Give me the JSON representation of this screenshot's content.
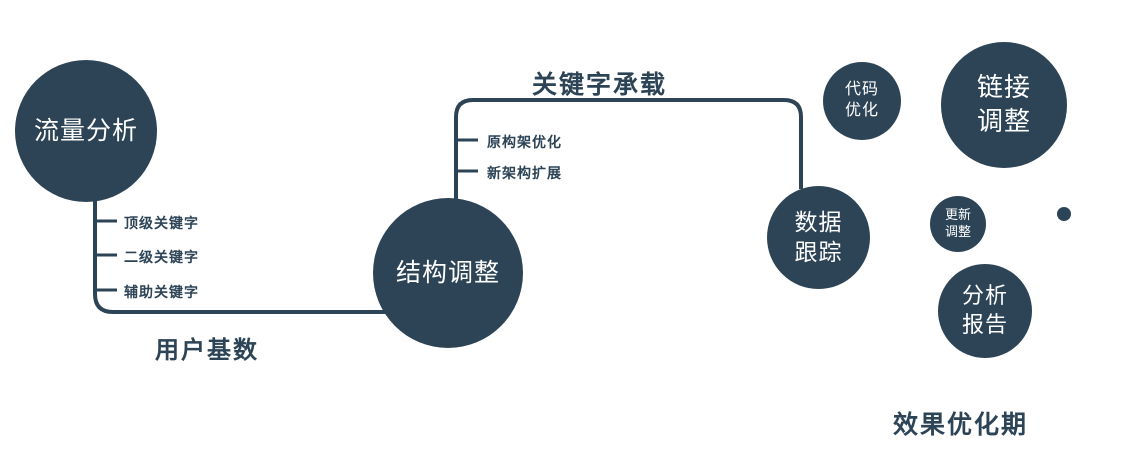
{
  "diagram": {
    "colors": {
      "primary": "#2d4456",
      "circle_text": "#ffffff"
    },
    "nodes": {
      "traffic_analysis": {
        "label": "流量分析"
      },
      "structure_adjustment": {
        "label": "结构调整"
      },
      "data_tracking": {
        "line1": "数据",
        "line2": "跟踪"
      },
      "code_optimization": {
        "line1": "代码",
        "line2": "优化"
      },
      "link_adjustment": {
        "line1": "链接",
        "line2": "调整"
      },
      "update_adjustment": {
        "line1": "更新",
        "line2": "调整"
      },
      "analysis_report": {
        "line1": "分析",
        "line2": "报告"
      }
    },
    "edge_labels": {
      "user_base": "用户基数",
      "keyword_carrying": "关键字承载"
    },
    "branch_labels": {
      "left": [
        "顶级关键字",
        "二级关键字",
        "辅助关键字"
      ],
      "middle": [
        "原构架优化",
        "新架构扩展"
      ]
    },
    "footer": "效果优化期"
  }
}
